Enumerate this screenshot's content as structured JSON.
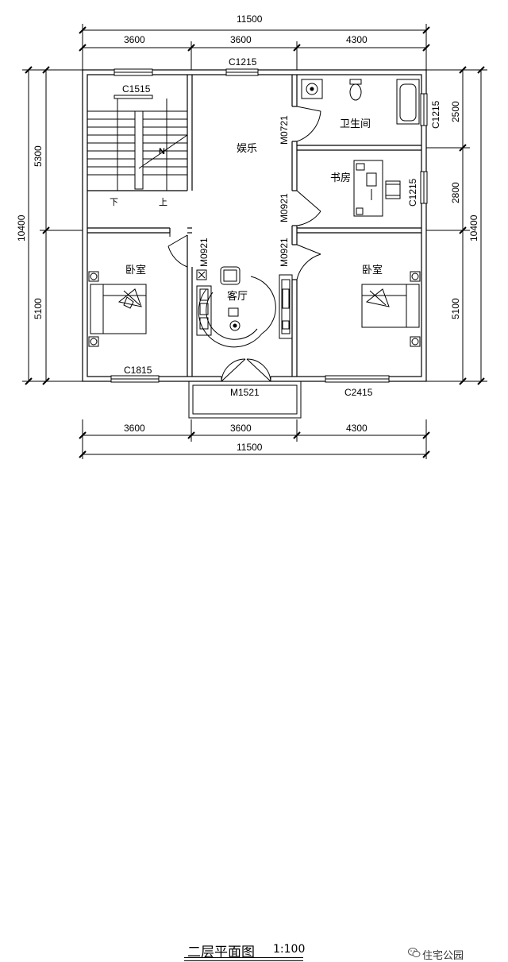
{
  "title": "二层平面图",
  "scale": "1:100",
  "watermark": "住宅公园",
  "dimensions": {
    "total_width": "11500",
    "col_widths": [
      "3600",
      "3600",
      "4300"
    ],
    "total_depth": "10400",
    "left_depths": [
      "5300",
      "5100"
    ],
    "right_depths": [
      "2500",
      "2800",
      "5100"
    ]
  },
  "rooms": {
    "entertainment": "娱乐",
    "bathroom": "卫生间",
    "study": "书房",
    "bedroom_left": "卧室",
    "bedroom_right": "卧室",
    "living": "客厅"
  },
  "openings": {
    "window_top_center": "C1215",
    "window_stair": "C1515",
    "window_bath": "C1215",
    "window_study": "C1215",
    "window_bed_left": "C1815",
    "window_bed_right": "C2415",
    "door_bath": "M0721",
    "door_study": "M0921",
    "door_bed_left": "M0921",
    "door_bed_right": "M0921",
    "door_balcony": "M1521"
  },
  "stair": {
    "down": "下",
    "up": "上",
    "mark": "N"
  },
  "colors": {
    "line": "#000000",
    "wall_fill": "#ffffff"
  }
}
